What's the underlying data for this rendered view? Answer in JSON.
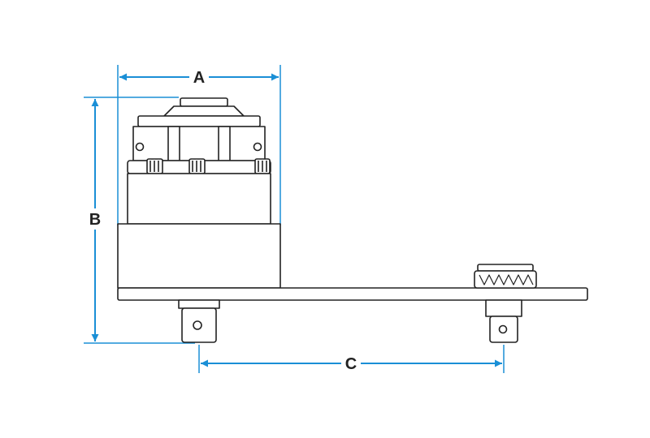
{
  "diagram": {
    "dimension_labels": {
      "a": "A",
      "b": "B",
      "c": "C"
    },
    "colors": {
      "dimension": "#1a8fd6",
      "outline": "#222222",
      "fill": "#ffffff"
    }
  }
}
